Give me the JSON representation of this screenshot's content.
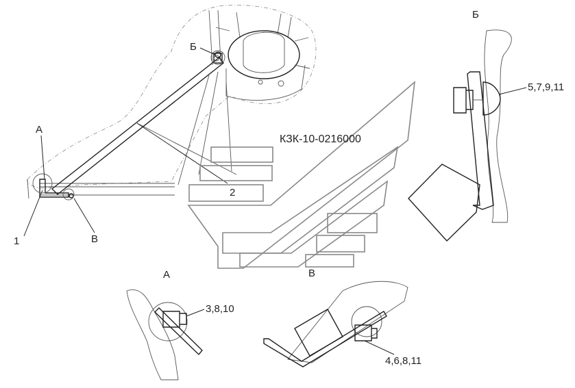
{
  "drawing_number": "КЗК-10-0216000",
  "callouts": {
    "item_1": "1",
    "item_2": "2",
    "view_a_mark": "А",
    "view_b_mark": "Б",
    "view_v_mark": "В"
  },
  "views": {
    "a": {
      "title": "А",
      "callout": "3,8,10"
    },
    "b": {
      "title": "Б",
      "callout": "5,7,9,11"
    },
    "v": {
      "title": "В",
      "callout": "4,6,8,11"
    }
  }
}
